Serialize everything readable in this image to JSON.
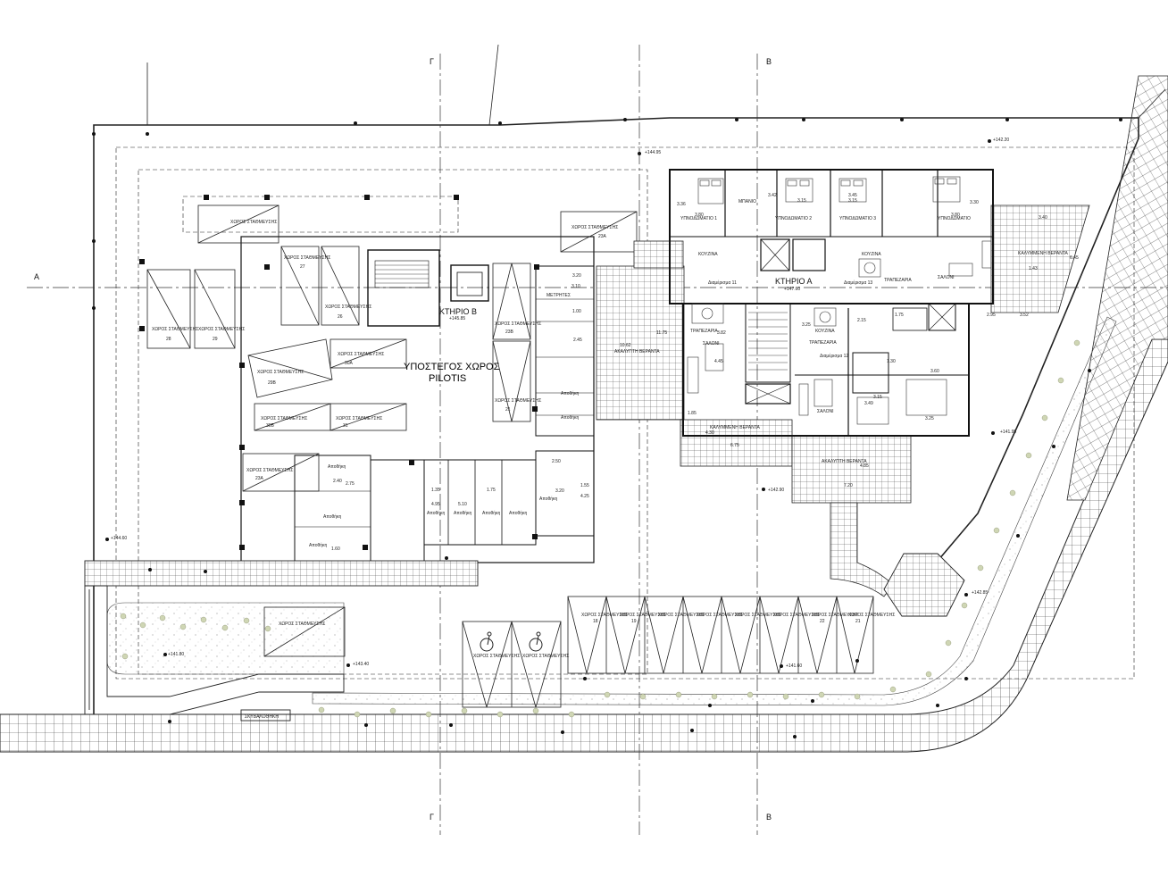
{
  "axes": {
    "gamma_top": "Γ",
    "beta_top": "Β",
    "gamma_bottom": "Γ",
    "beta_bottom": "Β",
    "alpha_left": "A"
  },
  "buildings": {
    "b_title": "ΚΤΗΡΙΟ Β",
    "b_level": "+145.85",
    "a_title": "ΚΤΗΡΙΟ Α",
    "a_level": "+147.60"
  },
  "pilotis": {
    "line1": "ΥΠΟΣΤΕΓΟΣ ΧΩΡΟΣ",
    "line2": "PILOTIS"
  },
  "rooms": {
    "bedroom1": "ΥΠΝΟΔΩΜΑΤΙΟ 1",
    "bedroom2": "ΥΠΝΟΔΩΜΑΤΙΟ 2",
    "bedroom3": "ΥΠΝΟΔΩΜΑΤΙΟ 3",
    "bedroom4": "ΥΠΝΟΔΩΜΑΤΙΟ",
    "bathroom": "ΜΠΑΝΙΟ",
    "kitchen_a": "ΚΟΥΖΙΝΑ",
    "kitchen_b": "ΚΟΥΖΙΝΑ",
    "kitchen_c": "ΚΟΥΖΙΝΑ",
    "dining_a": "ΤΡΑΠΕΖΑΡΙΑ",
    "dining_b": "ΤΡΑΠΕΖΑΡΙΑ",
    "dining_c": "ΤΡΑΠΕΖΑΡΙΑ",
    "living_a": "ΣΑΛΟΝΙ",
    "living_b": "ΣΑΛΟΝΙ",
    "living_c": "ΣΑΛΟΝΙ",
    "apt11": "Διαμέρισμα 11",
    "apt12": "Διαμέρισμα 12",
    "apt13": "Διαμέρισμα 13",
    "covered_veranda_1": "ΚΑΛΥΜΜΕΝΗ ΒΕΡΑΝΤΑ",
    "covered_veranda_2": "ΚΑΛΥΜΜΕΝΗ ΒΕΡΑΝΤΑ",
    "uncovered_veranda_1": "ΑΚΑΛΥΠΤΗ ΒΕΡΑΝΤΑ",
    "uncovered_veranda_2": "ΑΚΑΛΥΠΤΗ ΒΕΡΑΝΤΑ",
    "meters": "ΜΕΤΡΗΤΕΣ",
    "parking_space": "ΧΩΡΟΣ ΣΤΑΘΜΕΥΣΗΣ",
    "storage": "Αποθήκη",
    "garbage": "ΣΚΥΒΑΛΟΘΗΚΗ"
  },
  "parking_numbers": [
    "18",
    "19",
    "25",
    "26",
    "27",
    "28",
    "29",
    "29A",
    "29B",
    "30A",
    "30B",
    "31",
    "23A",
    "23B",
    "21",
    "22"
  ],
  "dimensions": [
    "3.36",
    "3.80",
    "3.42",
    "3.15",
    "3.45",
    "3.15",
    "3.80",
    "3.30",
    "3.40",
    "6.45",
    "1.43",
    "2.95",
    "3.52",
    "3.25",
    "4.45",
    "3.82",
    "3.60",
    "2.15",
    "1.75",
    "1.30",
    "3.15",
    "3.25",
    "3.49",
    "4.85",
    "7.20",
    "6.75",
    "4.30",
    "1.85",
    "10.62",
    "11.75",
    "3.20",
    "3.10",
    "1.00",
    "2.45",
    "2.40",
    "2.75",
    "1.60",
    "1.35",
    "1.75",
    "4.95",
    "5.10",
    "4.25",
    "2.50",
    "1.55",
    "3.20"
  ],
  "elevations": [
    "+144.95",
    "+142.90",
    "+144.60",
    "+141.95",
    "+142.20",
    "+143.40",
    "+141.60",
    "+142.85",
    "+141.80"
  ]
}
